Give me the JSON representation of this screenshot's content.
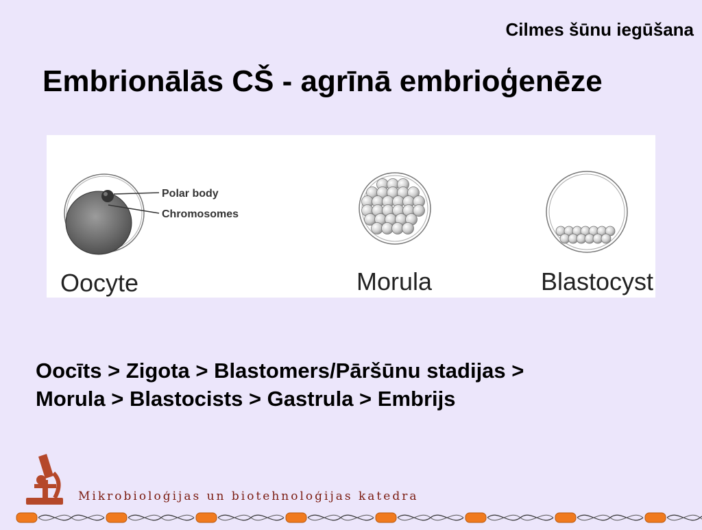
{
  "header": {
    "corner_title": "Cilmes šūnu iegūšana"
  },
  "title": "Embrionālās CŠ - agrīnā embrioģenēze",
  "figure": {
    "labels": {
      "polar_body": "Polar body",
      "chromosomes": "Chromosomes",
      "oocyte": "Oocyte",
      "morula": "Morula",
      "blastocyst": "Blastocyst"
    }
  },
  "body": {
    "line1": "Oocīts > Zigota > Blastomers/Pāršūnu stadijas >",
    "line2": "Morula > Blastocists > Gastrula > Embrijs"
  },
  "footer": {
    "department": "Mikrobioloģijas un biotehnoloģijas katedra"
  },
  "colors": {
    "background": "#ece6fb",
    "accent": "#b5482a",
    "bead": "#f07a1e"
  }
}
